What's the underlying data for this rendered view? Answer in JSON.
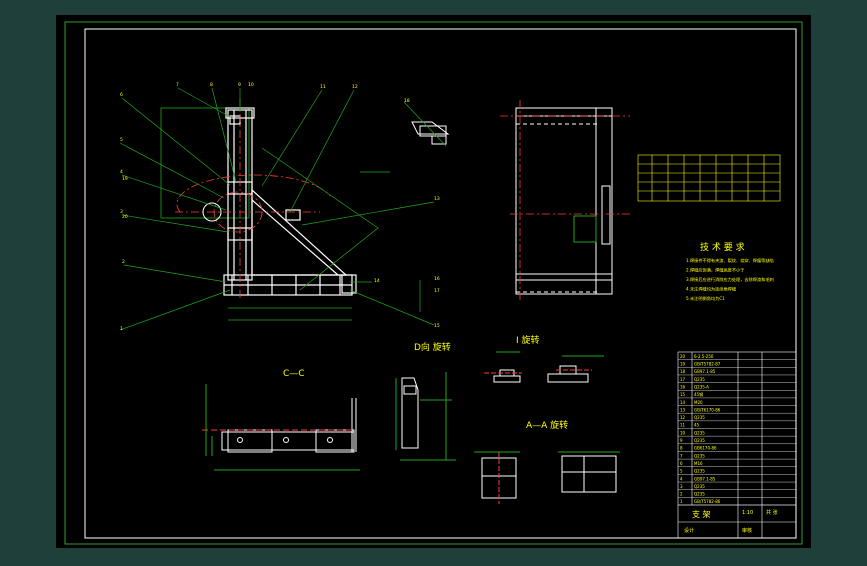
{
  "colors": {
    "background": "#1f3f3a",
    "sheet": "#000000",
    "frame": "#2f9e2f",
    "part": "#ffffff",
    "dim": "#1fa81f",
    "center": "#ff3b3b",
    "text": "#ffff00",
    "cyan": "#00d0d0"
  },
  "views": {
    "section_cc": "C—C",
    "view_d": "D向 旋转",
    "view_i": "I 旋转",
    "view_aa": "A—A 旋转"
  },
  "tech": {
    "title": "技 术 要 求",
    "lines": [
      "1.焊接件不得有夹渣、裂纹、烧穿、焊瘤等缺陷",
      "2.焊缝应饱满，焊缝高度不小于",
      "3.焊接后应进行消除应力处理，去除焊渣和毛刺",
      "4.未注焊缝均为连续角焊缝",
      "5.未注明倒角均为C1"
    ]
  },
  "callouts": [
    "1",
    "2",
    "3",
    "4",
    "5",
    "6",
    "7",
    "8",
    "9",
    "10",
    "11",
    "12",
    "13",
    "14",
    "15",
    "16",
    "17",
    "18",
    "19",
    "20"
  ],
  "bom": [
    "6-2.5-250",
    "GB/T5782-87",
    "GB97.1-85",
    "Q235",
    "Q235-A",
    "45钢",
    "M20",
    "GB/T6170-86",
    "Q235",
    "45",
    "Q235",
    "Q235",
    "GB6170-86",
    "Q235",
    "M16",
    "Q235",
    "GB97.1-85",
    "Q235",
    "Q235",
    "GB/T5782-86"
  ],
  "titleblock": {
    "name": "支 架",
    "scale": "1:10",
    "sheet": "共 张",
    "design": "设计",
    "check": "审核"
  }
}
